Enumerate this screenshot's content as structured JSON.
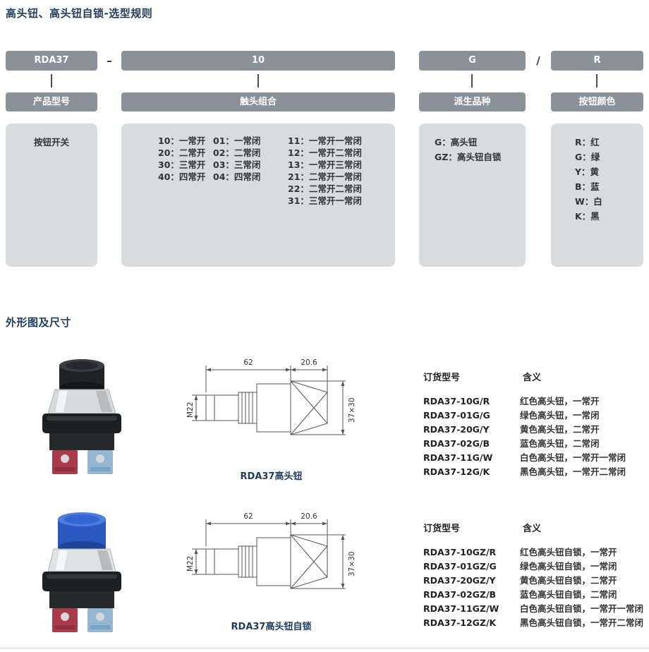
{
  "page": {
    "title": "高头钮、高头钮自锁-选型规则",
    "section_outline_title": "外形图及尺寸"
  },
  "model_code": {
    "separator_dash": "–",
    "separator_slash": "/",
    "segments": [
      {
        "code": "RDA37",
        "label": "产品型号"
      },
      {
        "code": "10",
        "label": "触头组合"
      },
      {
        "code": "G",
        "label": "派生品种"
      },
      {
        "code": "R",
        "label": "按钮颜色"
      }
    ],
    "product_type": "按钮开关",
    "contacts": {
      "col1": [
        "10：一常开",
        "20：二常开",
        "30：三常开",
        "40：四常开"
      ],
      "col2": [
        "01：一常闭",
        "02：二常闭",
        "03：三常闭",
        "04：四常闭"
      ],
      "col3": [
        "11：一常开一常闭",
        "12：一常开二常闭",
        "13：一常开三常闭",
        "21：二常开一常闭",
        "22：二常开二常闭",
        "31：三常开一常闭"
      ]
    },
    "variants": [
      "G：高头钮",
      "GZ：高头钮自锁"
    ],
    "colors": [
      "R：红",
      "G：绿",
      "Y：黄",
      "B：蓝",
      "W：白",
      "K：黑"
    ]
  },
  "products": [
    {
      "caption": "RDA37高头钮",
      "dims": {
        "length": "62",
        "cap": "20.6",
        "thread": "M22",
        "size": "37×30"
      },
      "table": {
        "col_model": "订货型号",
        "col_meaning": "含义",
        "rows": [
          {
            "model": "RDA37-10G/R",
            "meaning": "红色高头钮，一常开"
          },
          {
            "model": "RDA37-01G/G",
            "meaning": "绿色高头钮，一常闭"
          },
          {
            "model": "RDA37-20G/Y",
            "meaning": "黄色高头钮，二常开"
          },
          {
            "model": "RDA37-02G/B",
            "meaning": "蓝色高头钮，二常闭"
          },
          {
            "model": "RDA37-11G/W",
            "meaning": "白色高头钮，一常开一常闭"
          },
          {
            "model": "RDA37-12G/K",
            "meaning": "黑色高头钮，一常开二常闭"
          }
        ]
      }
    },
    {
      "caption": "RDA37高头钮自锁",
      "dims": {
        "length": "62",
        "cap": "20.6",
        "thread": "M22",
        "size": "37×30"
      },
      "table": {
        "col_model": "订货型号",
        "col_meaning": "含义",
        "rows": [
          {
            "model": "RDA37-10GZ/R",
            "meaning": "红色高头钮自锁，一常开"
          },
          {
            "model": "RDA37-01GZ/G",
            "meaning": "绿色高头钮自锁，一常闭"
          },
          {
            "model": "RDA37-20GZ/Y",
            "meaning": "黄色高头钮自锁，二常开"
          },
          {
            "model": "RDA37-02GZ/B",
            "meaning": "蓝色高头钮自锁，二常闭"
          },
          {
            "model": "RDA37-11GZ/W",
            "meaning": "白色高头钮自锁，一常开一常闭"
          },
          {
            "model": "RDA37-12GZ/K",
            "meaning": "黑色高头钮自锁，一常开二常闭"
          }
        ]
      }
    }
  ],
  "theme": {
    "accent_navy": "#1d3c5e",
    "box_gray": "#8b9198",
    "panel_gray": "#d9dcde"
  }
}
